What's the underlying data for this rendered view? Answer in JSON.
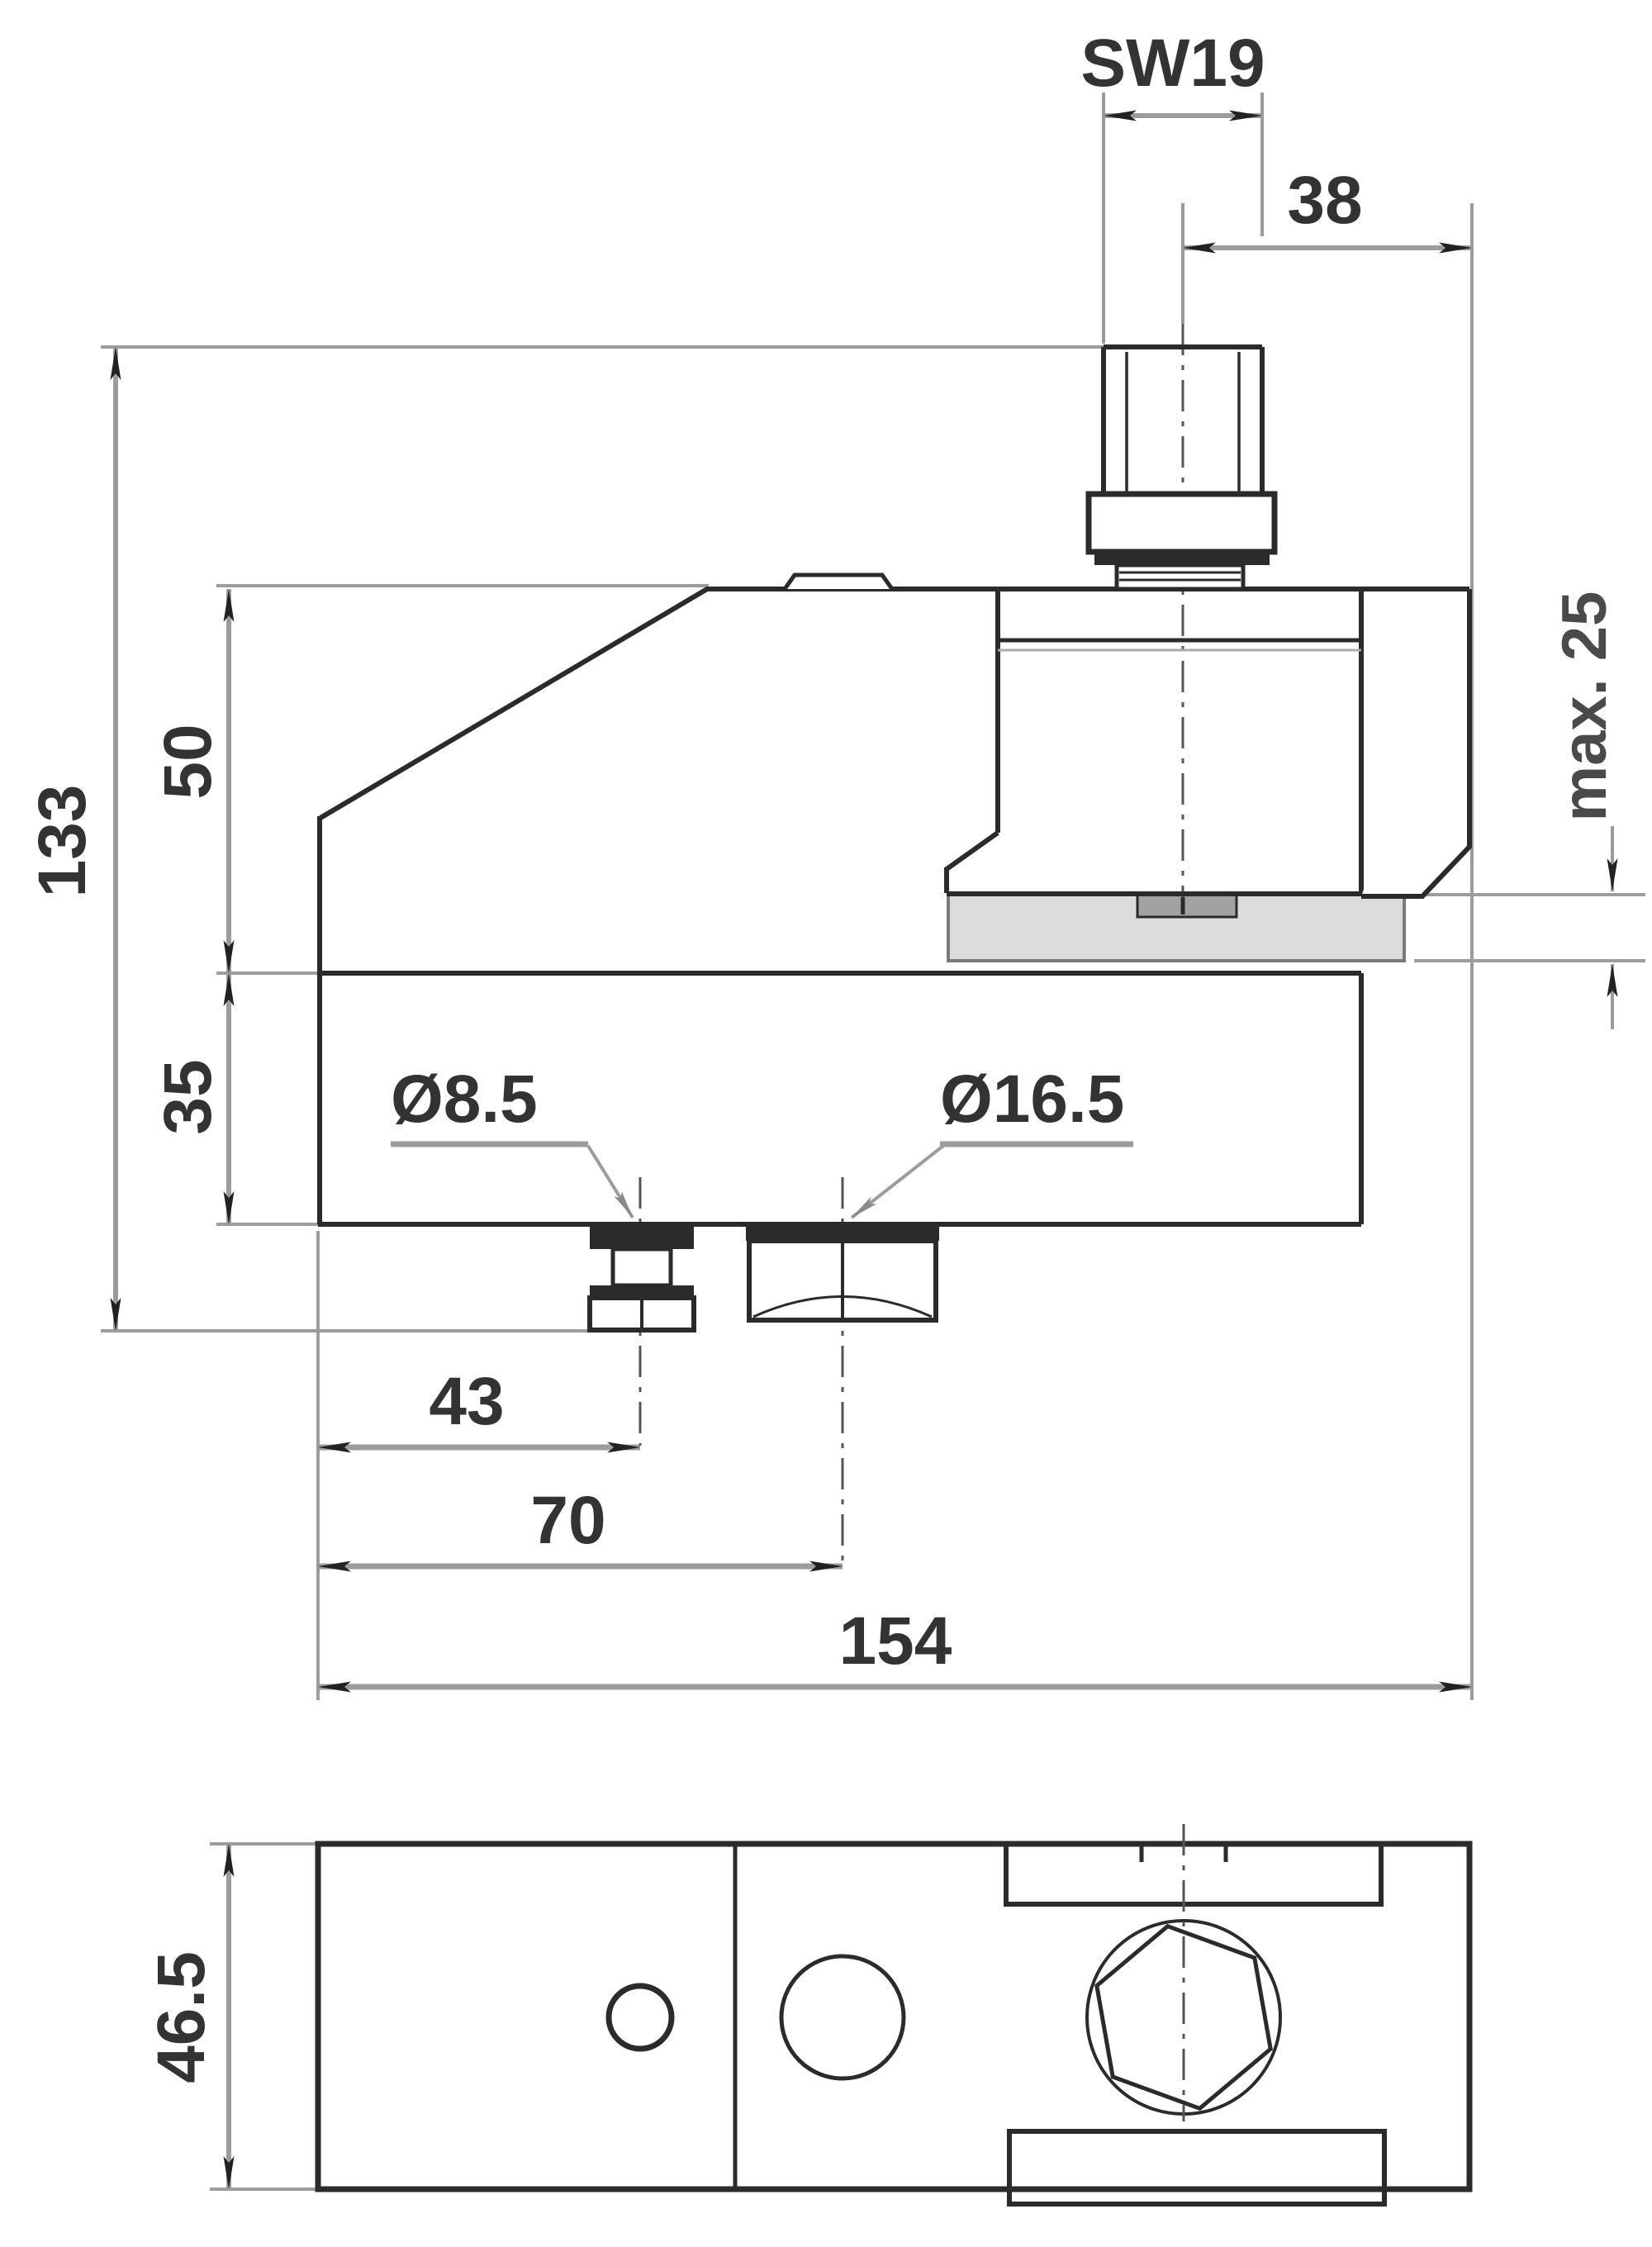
{
  "drawing": {
    "kind": "dimensioned technical drawing, side view and bottom view of a clamp with top bolt",
    "dimensions": {
      "wrench_size": "SW19",
      "offset_right": "38",
      "height_total": "133",
      "height_upper": "50",
      "height_base": "35",
      "clamp_range": "max. 25",
      "hole_dia_small": "Ø8.5",
      "hole_dia_large": "Ø16.5",
      "hole_small_offset": "43",
      "hole_large_offset": "70",
      "length_total": "154",
      "depth_total": "46.5"
    },
    "colors": {
      "outline": "#2b2b2b",
      "dimension_lines": "#9c9c9c",
      "dimension_text": "#333333",
      "plate_fill": "#dcdcdc",
      "recess_fill": "#a2a2a2",
      "background": "#ffffff"
    }
  }
}
